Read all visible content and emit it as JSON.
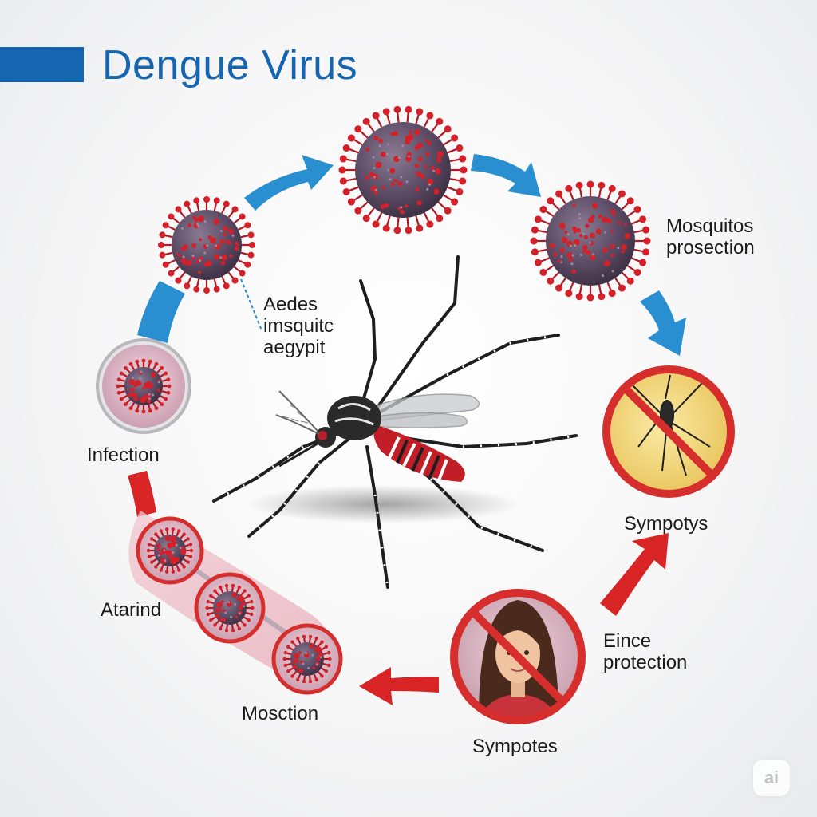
{
  "title": "Dengue Virus",
  "labels": {
    "mosquito_species": [
      "Aedes",
      "imsquitc",
      "aegypit"
    ],
    "mosquitos_prosection": [
      "Mosquitos",
      "prosection"
    ],
    "infection": "Infection",
    "atarind": "Atarind",
    "mosction": "Mosction",
    "sympotys": "Sympotys",
    "eince_protection": [
      "Eince",
      "protection"
    ],
    "sympotes": "Sympotes"
  },
  "watermark": "ai",
  "colors": {
    "title_blue": "#1565b0",
    "arrow_blue": "#2a8fd0",
    "arrow_red": "#d82424",
    "virus_body": "#5b4a63",
    "virus_spike": "#d42028",
    "prohibit_red": "#d62d2d",
    "prohibit_yellow": "#f4dc82"
  },
  "icons": [
    "virus-particle-icon",
    "mosquito-illustration",
    "prohibited-mosquito-icon",
    "prohibited-person-icon",
    "blood-cell-icon"
  ]
}
